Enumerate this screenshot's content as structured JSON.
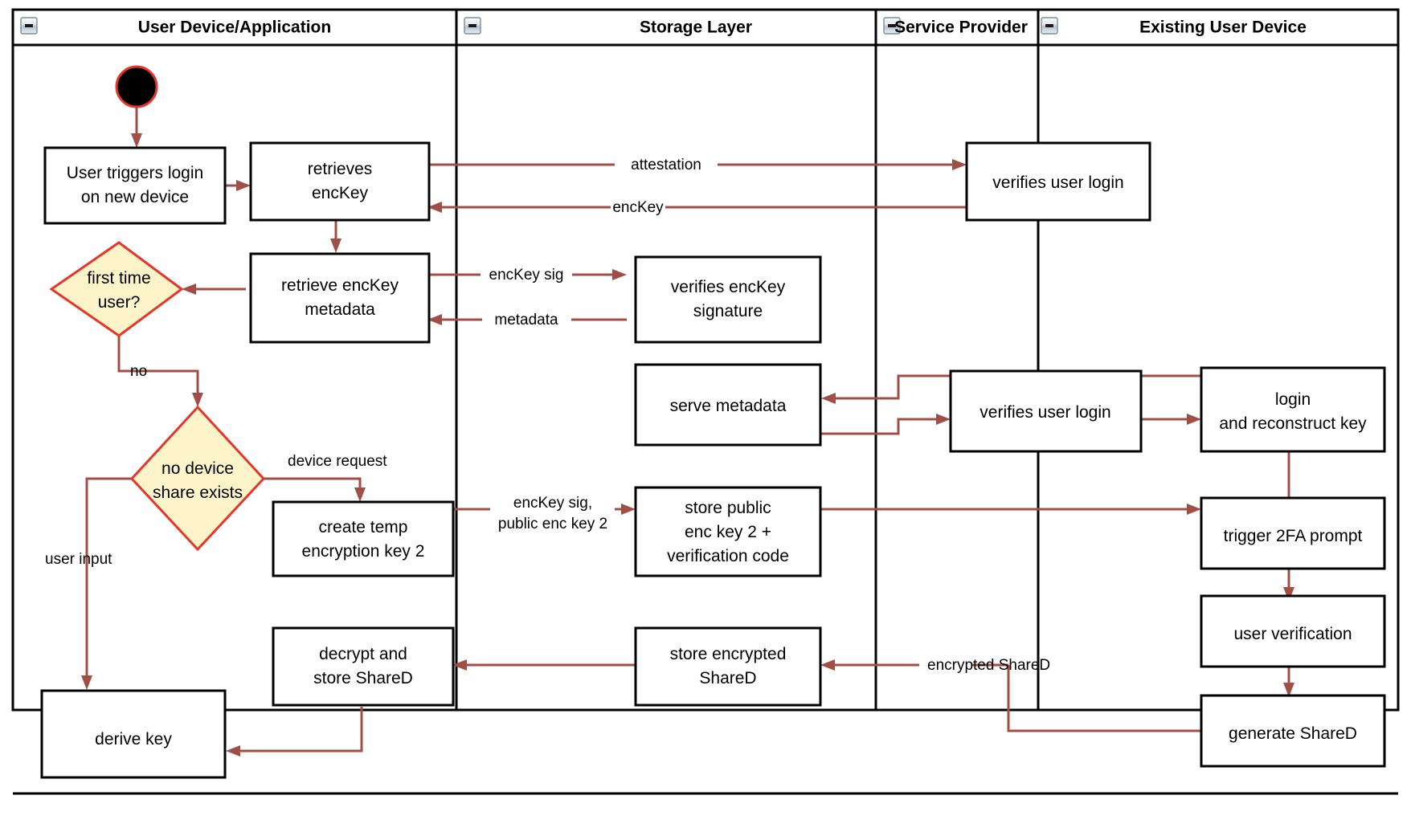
{
  "diagram": {
    "title": "Login on New Device - Key Recovery Activity Diagram",
    "type": "uml-activity-swimlane",
    "colors": {
      "flow_arrow": "#a14e46",
      "decision_fill": "#fdf5c9",
      "decision_stroke": "#e8352a",
      "node_stroke": "#000000",
      "node_fill": "#ffffff",
      "start_node_fill": "#000000",
      "start_node_stroke": "#e8352a",
      "lane_divider": "#000000",
      "background": "#ffffff"
    }
  },
  "lanes": [
    {
      "id": "lane-user-device",
      "label": "User Device/Application",
      "collapse_icon": "collapse-minus-icon"
    },
    {
      "id": "lane-storage-layer",
      "label": "Storage Layer",
      "collapse_icon": "collapse-minus-icon"
    },
    {
      "id": "lane-service-provider",
      "label": "Service Provider",
      "collapse_icon": "collapse-minus-icon"
    },
    {
      "id": "lane-existing-user-device",
      "label": "Existing User Device",
      "collapse_icon": "collapse-minus-icon"
    }
  ],
  "nodes": [
    {
      "id": "start",
      "lane": "lane-user-device",
      "shape": "initial-node",
      "label": ""
    },
    {
      "id": "n-user-triggers-login",
      "lane": "lane-user-device",
      "shape": "action",
      "label": "User triggers login\non new device"
    },
    {
      "id": "n-retrieves-enckey",
      "lane": "lane-user-device",
      "shape": "action",
      "label": "retrieves\nencKey"
    },
    {
      "id": "n-retrieve-enckey-metadata",
      "lane": "lane-user-device",
      "shape": "action",
      "label": "retrieve encKey\nmetadata"
    },
    {
      "id": "d-first-time-user",
      "lane": "lane-user-device",
      "shape": "decision",
      "label": "first time\nuser?"
    },
    {
      "id": "d-no-device-share-exists",
      "lane": "lane-user-device",
      "shape": "decision",
      "label": "no device\nshare exists"
    },
    {
      "id": "n-create-temp-encryption-key-2",
      "lane": "lane-user-device",
      "shape": "action",
      "label": "create temp\nencryption key 2"
    },
    {
      "id": "n-decrypt-and-store-shared",
      "lane": "lane-user-device",
      "shape": "action",
      "label": "decrypt and\nstore ShareD"
    },
    {
      "id": "n-derive-key",
      "lane": "lane-user-device",
      "shape": "action",
      "label": "derive key"
    },
    {
      "id": "n-verifies-enckey-signature",
      "lane": "lane-storage-layer",
      "shape": "action",
      "label": "verifies encKey\nsignature"
    },
    {
      "id": "n-serve-metadata",
      "lane": "lane-storage-layer",
      "shape": "action",
      "label": "serve metadata"
    },
    {
      "id": "n-store-public-enc-key-2",
      "lane": "lane-storage-layer",
      "shape": "action",
      "label": "store public\nenc key 2 +\nverification code"
    },
    {
      "id": "n-store-encrypted-shared",
      "lane": "lane-storage-layer",
      "shape": "action",
      "label": "store encrypted\nShareD"
    },
    {
      "id": "n-verifies-user-login-1",
      "lane": "lane-service-provider",
      "shape": "action",
      "label": "verifies user login"
    },
    {
      "id": "n-verifies-user-login-2",
      "lane": "lane-service-provider",
      "shape": "action",
      "label": "verifies user login"
    },
    {
      "id": "n-login-and-reconstruct-key",
      "lane": "lane-existing-user-device",
      "shape": "action",
      "label": "login\nand reconstruct key"
    },
    {
      "id": "n-trigger-2fa-prompt",
      "lane": "lane-existing-user-device",
      "shape": "action",
      "label": "trigger 2FA prompt"
    },
    {
      "id": "n-user-verification",
      "lane": "lane-existing-user-device",
      "shape": "action",
      "label": "user verification"
    },
    {
      "id": "n-generate-shared",
      "lane": "lane-existing-user-device",
      "shape": "action",
      "label": "generate ShareD"
    }
  ],
  "node_text": {
    "user_triggers_login_l1": "User triggers login",
    "user_triggers_login_l2": "on new device",
    "retrieves_enckey_l1": "retrieves",
    "retrieves_enckey_l2": "encKey",
    "retrieve_metadata_l1": "retrieve encKey",
    "retrieve_metadata_l2": "metadata",
    "first_time_user_l1": "first time",
    "first_time_user_l2": "user?",
    "no_device_share_l1": "no device",
    "no_device_share_l2": "share exists",
    "create_temp_key_l1": "create temp",
    "create_temp_key_l2": "encryption key 2",
    "decrypt_store_l1": "decrypt and",
    "decrypt_store_l2": "store ShareD",
    "derive_key": "derive key",
    "verifies_sig_l1": "verifies encKey",
    "verifies_sig_l2": "signature",
    "serve_metadata": "serve metadata",
    "store_public_l1": "store public",
    "store_public_l2": "enc key 2 +",
    "store_public_l3": "verification code",
    "store_encrypted_l1": "store encrypted",
    "store_encrypted_l2": "ShareD",
    "verifies_user_login_1": "verifies user login",
    "verifies_user_login_2": "verifies user login",
    "login_reconstruct_l1": "login",
    "login_reconstruct_l2": "and reconstruct key",
    "trigger_2fa": "trigger 2FA prompt",
    "user_verification": "user verification",
    "generate_shared": "generate ShareD"
  },
  "edges": [
    {
      "id": "e-start-to-login",
      "from": "start",
      "to": "n-user-triggers-login",
      "label": ""
    },
    {
      "id": "e-login-to-retrieves",
      "from": "n-user-triggers-login",
      "to": "n-retrieves-enckey",
      "label": ""
    },
    {
      "id": "e-attestation",
      "from": "n-retrieves-enckey",
      "to": "n-verifies-user-login-1",
      "label": "attestation"
    },
    {
      "id": "e-enckey",
      "from": "n-verifies-user-login-1",
      "to": "n-retrieves-enckey",
      "label": "encKey"
    },
    {
      "id": "e-retrieves-to-metadata",
      "from": "n-retrieves-enckey",
      "to": "n-retrieve-enckey-metadata",
      "label": ""
    },
    {
      "id": "e-enckey-sig",
      "from": "n-retrieve-enckey-metadata",
      "to": "n-verifies-enckey-signature",
      "label": "encKey sig"
    },
    {
      "id": "e-metadata",
      "from": "n-verifies-enckey-signature",
      "to": "n-retrieve-enckey-metadata",
      "label": "metadata"
    },
    {
      "id": "e-metadata-to-decision",
      "from": "n-retrieve-enckey-metadata",
      "to": "d-first-time-user",
      "label": ""
    },
    {
      "id": "e-no",
      "from": "d-first-time-user",
      "to": "d-no-device-share-exists",
      "label": "no"
    },
    {
      "id": "e-device-request",
      "from": "d-no-device-share-exists",
      "to": "n-create-temp-encryption-key-2",
      "label": "device request"
    },
    {
      "id": "e-user-input",
      "from": "d-no-device-share-exists",
      "to": "n-derive-key",
      "label": "user input"
    },
    {
      "id": "e-enckey-sig-public",
      "from": "n-create-temp-encryption-key-2",
      "to": "n-store-public-enc-key-2",
      "label": "encKey sig,\npublic enc key 2"
    },
    {
      "id": "e-store-public-to-2fa",
      "from": "n-store-public-enc-key-2",
      "to": "n-trigger-2fa-prompt",
      "label": ""
    },
    {
      "id": "e-serve-metadata-in",
      "from": "n-verifies-user-login-2",
      "to": "n-serve-metadata",
      "label": ""
    },
    {
      "id": "e-serve-metadata-out",
      "from": "n-serve-metadata",
      "to": "n-verifies-user-login-2",
      "label": ""
    },
    {
      "id": "e-login-to-verify",
      "from": "n-login-and-reconstruct-key",
      "to": "n-verifies-user-login-2",
      "label": ""
    },
    {
      "id": "e-verify-to-login",
      "from": "n-verifies-user-login-2",
      "to": "n-login-and-reconstruct-key",
      "label": ""
    },
    {
      "id": "e-login-to-2fa",
      "from": "n-login-and-reconstruct-key",
      "to": "n-trigger-2fa-prompt",
      "label": ""
    },
    {
      "id": "e-2fa-to-verification",
      "from": "n-trigger-2fa-prompt",
      "to": "n-user-verification",
      "label": ""
    },
    {
      "id": "e-verification-to-generate",
      "from": "n-user-verification",
      "to": "n-generate-shared",
      "label": ""
    },
    {
      "id": "e-encrypted-shared",
      "from": "n-generate-shared",
      "to": "n-store-encrypted-shared",
      "label": "encrypted ShareD"
    },
    {
      "id": "e-store-to-decrypt",
      "from": "n-store-encrypted-shared",
      "to": "n-decrypt-and-store-shared",
      "label": ""
    },
    {
      "id": "e-decrypt-to-derive",
      "from": "n-decrypt-and-store-shared",
      "to": "n-derive-key",
      "label": ""
    }
  ],
  "edge_labels": {
    "attestation": "attestation",
    "enckey": "encKey",
    "enckey_sig": "encKey sig",
    "metadata": "metadata",
    "no": "no",
    "device_request": "device request",
    "user_input": "user input",
    "enckey_sig_public_l1": "encKey sig,",
    "enckey_sig_public_l2": "public enc key 2",
    "encrypted_shared": "encrypted ShareD"
  }
}
